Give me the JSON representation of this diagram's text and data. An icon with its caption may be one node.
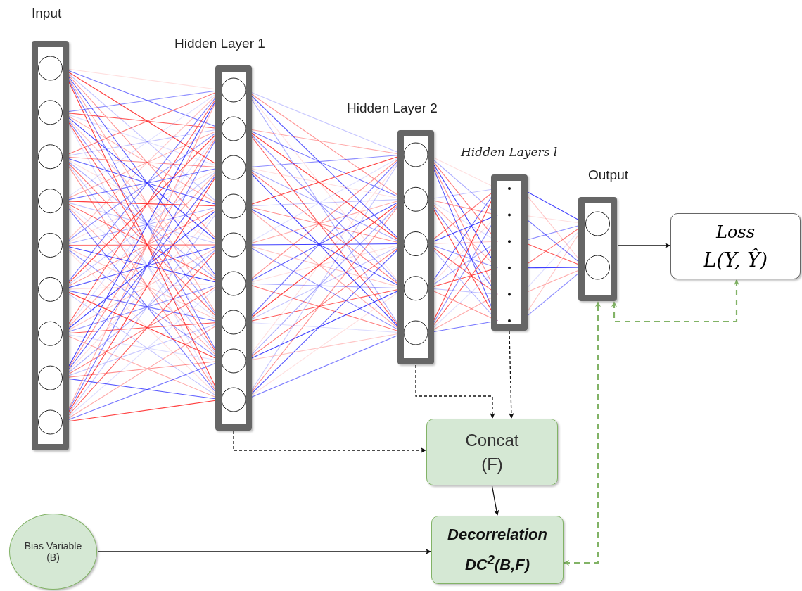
{
  "diagram": {
    "nodes": [
      {
        "text": [
          "Input"
        ]
      },
      {
        "text": [
          "Hidden Layer 1"
        ]
      },
      {
        "text": [
          "Hidden Layer 2"
        ]
      },
      {
        "text": [
          "Hidden Layers l"
        ]
      },
      {
        "text": [
          "Output"
        ]
      },
      {
        "text": [
          "Loss",
          "L(Y, Ŷ)"
        ]
      },
      {
        "text": [
          "Concat (F)"
        ]
      },
      {
        "text": [
          "Decorrelation",
          "DC$^{2}$(B,F)"
        ]
      },
      {
        "text": [
          "Bias Variable (B)"
        ]
      }
    ],
    "edges": [
      {
        "from": 4,
        "to": 5,
        "arrow": "to"
      },
      {
        "from": 2,
        "to": 6,
        "arrow": "to",
        "style": "dashed"
      },
      {
        "from": 3,
        "to": 6,
        "arrow": "to",
        "style": "dashed"
      },
      {
        "from": 1,
        "to": 6,
        "arrow": "to",
        "style": "dashed"
      },
      {
        "from": 6,
        "to": 7,
        "arrow": "to"
      },
      {
        "from": 8,
        "to": 7,
        "arrow": "to"
      },
      {
        "from": 7,
        "to": 4,
        "arrow": "both",
        "style": "dashed",
        "color": "#82b366"
      },
      {
        "from": 5,
        "to": 4,
        "arrow": "both",
        "style": "dashed",
        "color": "#82b366"
      }
    ]
  }
}
